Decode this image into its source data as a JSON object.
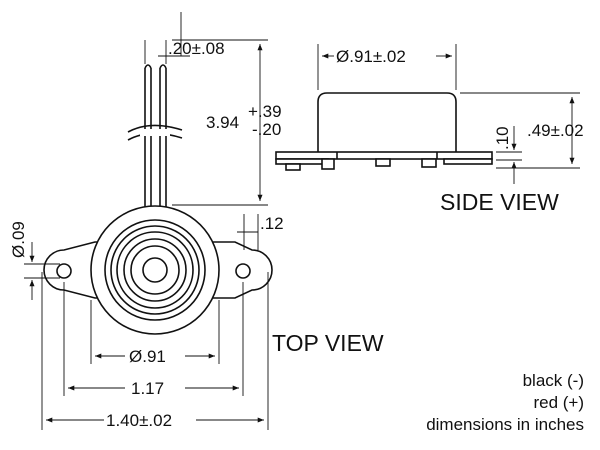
{
  "views": {
    "top": "TOP VIEW",
    "side": "SIDE VIEW"
  },
  "dimensions": {
    "wire_spacing": ".20±.08",
    "wire_length_base": "3.94",
    "wire_length_plus": "+.39",
    "wire_length_minus": "-.20",
    "side_diameter": "Ø.91±.02",
    "flange_thickness": ".10",
    "height": ".49±.02",
    "hole_diameter": "Ø.09",
    "tab_thickness": ".12",
    "body_diameter": "Ø.91",
    "hole_spacing": "1.17",
    "overall_width": "1.40±.02"
  },
  "legend": {
    "line1": "black (-)",
    "line2": "red (+)",
    "line3": "dimensions in inches"
  }
}
